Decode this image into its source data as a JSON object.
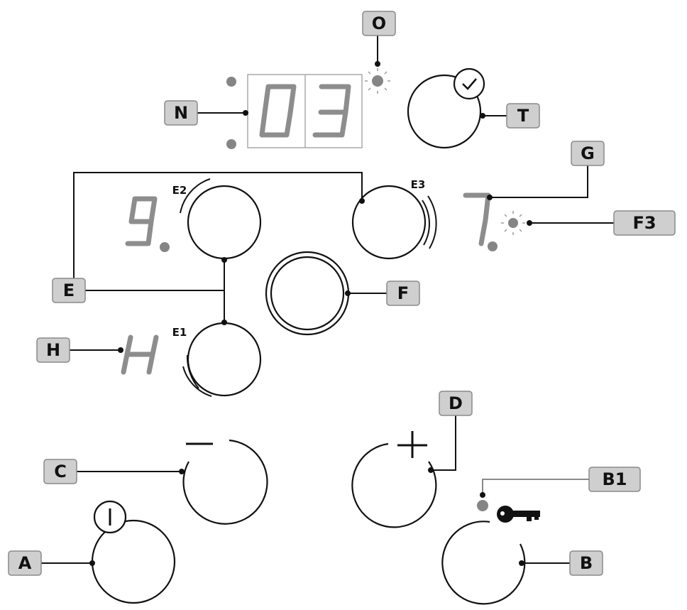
{
  "callouts": {
    "A": "A",
    "B": "B",
    "B1": "B1",
    "C": "C",
    "D": "D",
    "E": "E",
    "F": "F",
    "F3": "F3",
    "G": "G",
    "H": "H",
    "N": "N",
    "O": "O",
    "T": "T"
  },
  "zone_tags": {
    "E1": "E1",
    "E2": "E2",
    "E3": "E3"
  },
  "timer_display": {
    "digits": [
      "0",
      "3"
    ]
  },
  "power_levels": {
    "zone_e2": "9.",
    "zone_e3": "7.",
    "zone_e1": "H"
  },
  "symbols": {
    "power": "I",
    "minus": "−",
    "plus": "+",
    "timer_check": "check-icon",
    "lock": "key-icon"
  },
  "colors": {
    "segment_grey": "#8d8d8d",
    "callout_fill": "#cfcfcf",
    "indicator_grey": "#858585"
  }
}
